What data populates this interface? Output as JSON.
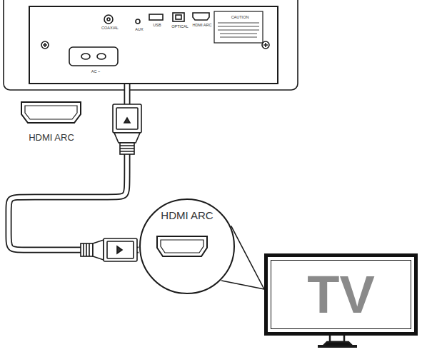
{
  "diagram": {
    "nodes": [
      {
        "text": [
          "COAXIAL",
          "AUX",
          "USB",
          "OPTICAL",
          "HDMI ARC",
          "CAUTION",
          "AC ~"
        ]
      },
      {
        "text": [
          "HDMI ARC"
        ]
      },
      {
        "text": [
          "HDMI ARC"
        ]
      },
      {
        "text": [
          "TV"
        ]
      }
    ],
    "edges": [
      {
        "from": 0,
        "to": 2,
        "arrow": "none"
      },
      {
        "from": 2,
        "to": 3,
        "arrow": "none"
      }
    ]
  }
}
